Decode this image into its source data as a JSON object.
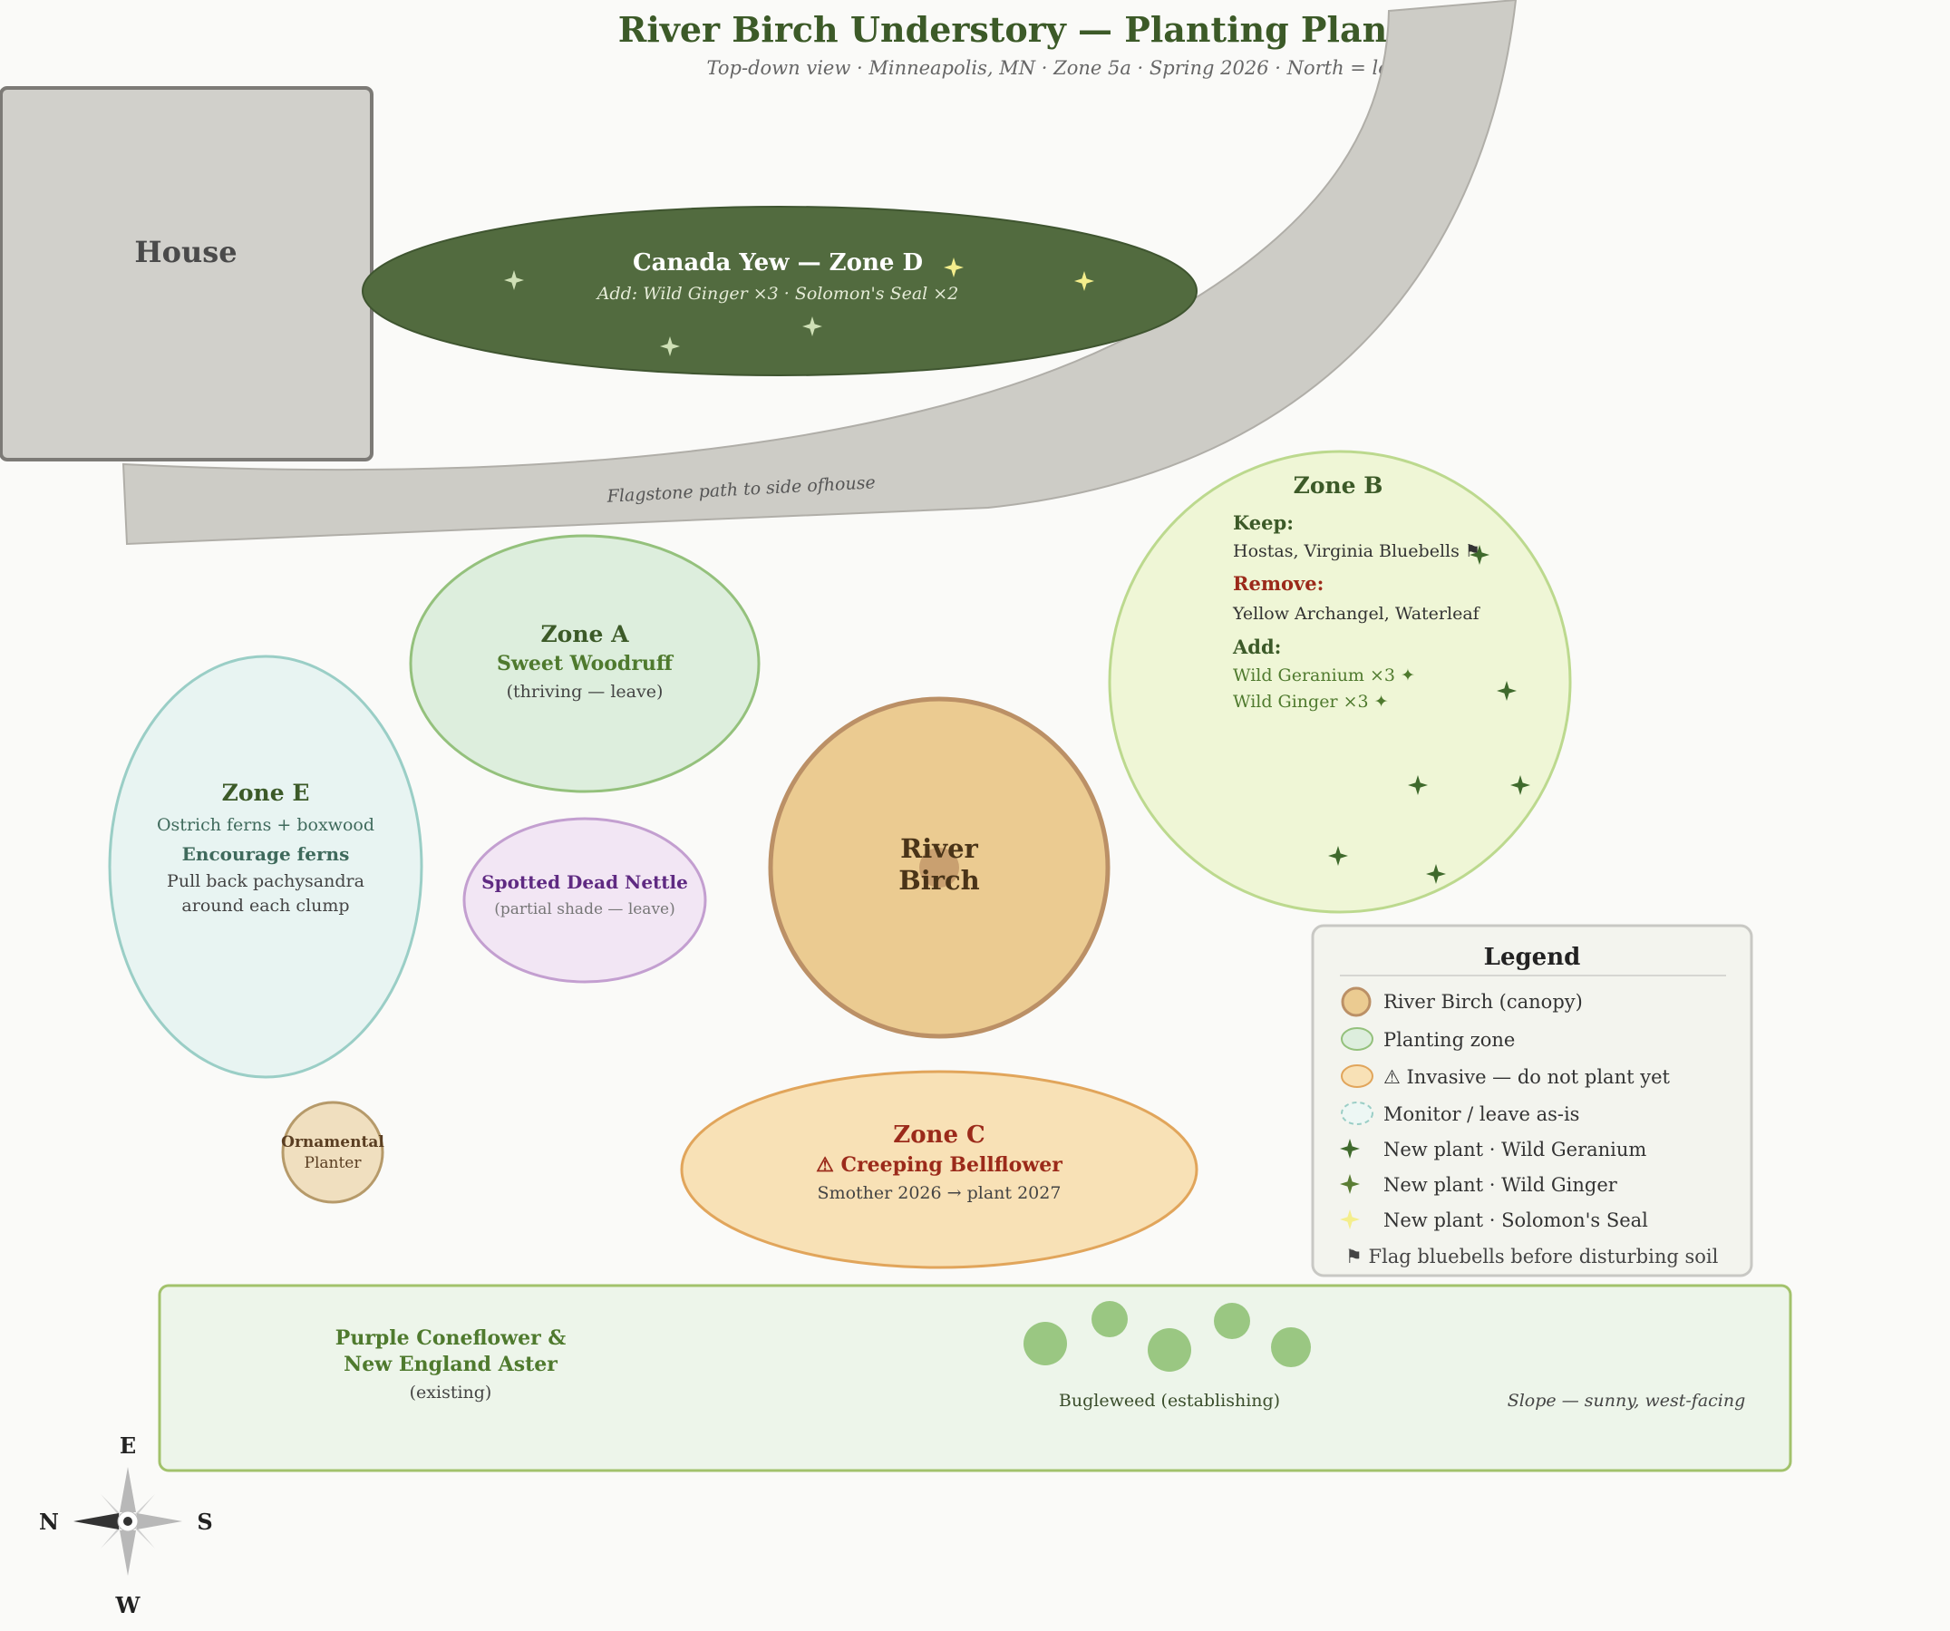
{
  "header": {
    "title": "River Birch Understory — Planting Plan",
    "subtitle": "Top-down view · Minneapolis, MN · Zone 5a · Spring 2026 · North = lef"
  },
  "house": {
    "label": "House"
  },
  "path": {
    "label": "Flagstone path to side ofhouse"
  },
  "zone_d": {
    "title": "Canada Yew — Zone D",
    "note": "Add: Wild Ginger ×3 · Solomon's Seal ×2"
  },
  "zone_a": {
    "title": "Zone A",
    "plant": "Sweet Woodruff",
    "note": "(thriving — leave)"
  },
  "zone_b": {
    "title": "Zone B",
    "keep_label": "Keep:",
    "keep_items": "Hostas, Virginia Bluebells ⚑",
    "remove_label": "Remove:",
    "remove_items": "Yellow Archangel, Waterleaf",
    "add_label": "Add:",
    "add_item_1": "Wild Geranium ×3 ✦",
    "add_item_2": "Wild Ginger ×3 ✦"
  },
  "zone_e": {
    "title": "Zone E",
    "line1": "Ostrich ferns + boxwood",
    "line2": "Encourage ferns",
    "line3": "Pull back pachysandra",
    "line4": "around each clump"
  },
  "nettle": {
    "title": "Spotted Dead Nettle",
    "note": "(partial shade — leave)"
  },
  "birch": {
    "line1": "River",
    "line2": "Birch"
  },
  "zone_c": {
    "title": "Zone C",
    "warning": "⚠ Creeping Bellflower",
    "note": "Smother 2026 → plant 2027"
  },
  "planter": {
    "line1": "Ornamental",
    "line2": "Planter"
  },
  "slope": {
    "cone_line1": "Purple Coneflower &",
    "cone_line2": "New England Aster",
    "cone_note": "(existing)",
    "bugle": "Bugleweed (establishing)",
    "slope_note": "Slope — sunny, west-facing"
  },
  "legend": {
    "title": "Legend",
    "items": [
      "River Birch (canopy)",
      "Planting zone",
      "⚠ Invasive — do not plant yet",
      "Monitor / leave as-is",
      "New plant · Wild Geranium",
      "New plant · Wild Ginger",
      "New plant · Solomon's Seal"
    ],
    "flag_note": "⚑ Flag bluebells before disturbing soil"
  },
  "compass": {
    "n": "N",
    "s": "S",
    "e": "E",
    "w": "W"
  },
  "colors": {
    "title_green": "#3c5a28",
    "yew_fill": "#526b3f",
    "birch_fill": "#ebcb91",
    "warning_red": "#9b2a1a",
    "geranium_star": "#3f6a2c",
    "ginger_star": "#5a7d34",
    "solomon_star": "#f4ee8c"
  }
}
